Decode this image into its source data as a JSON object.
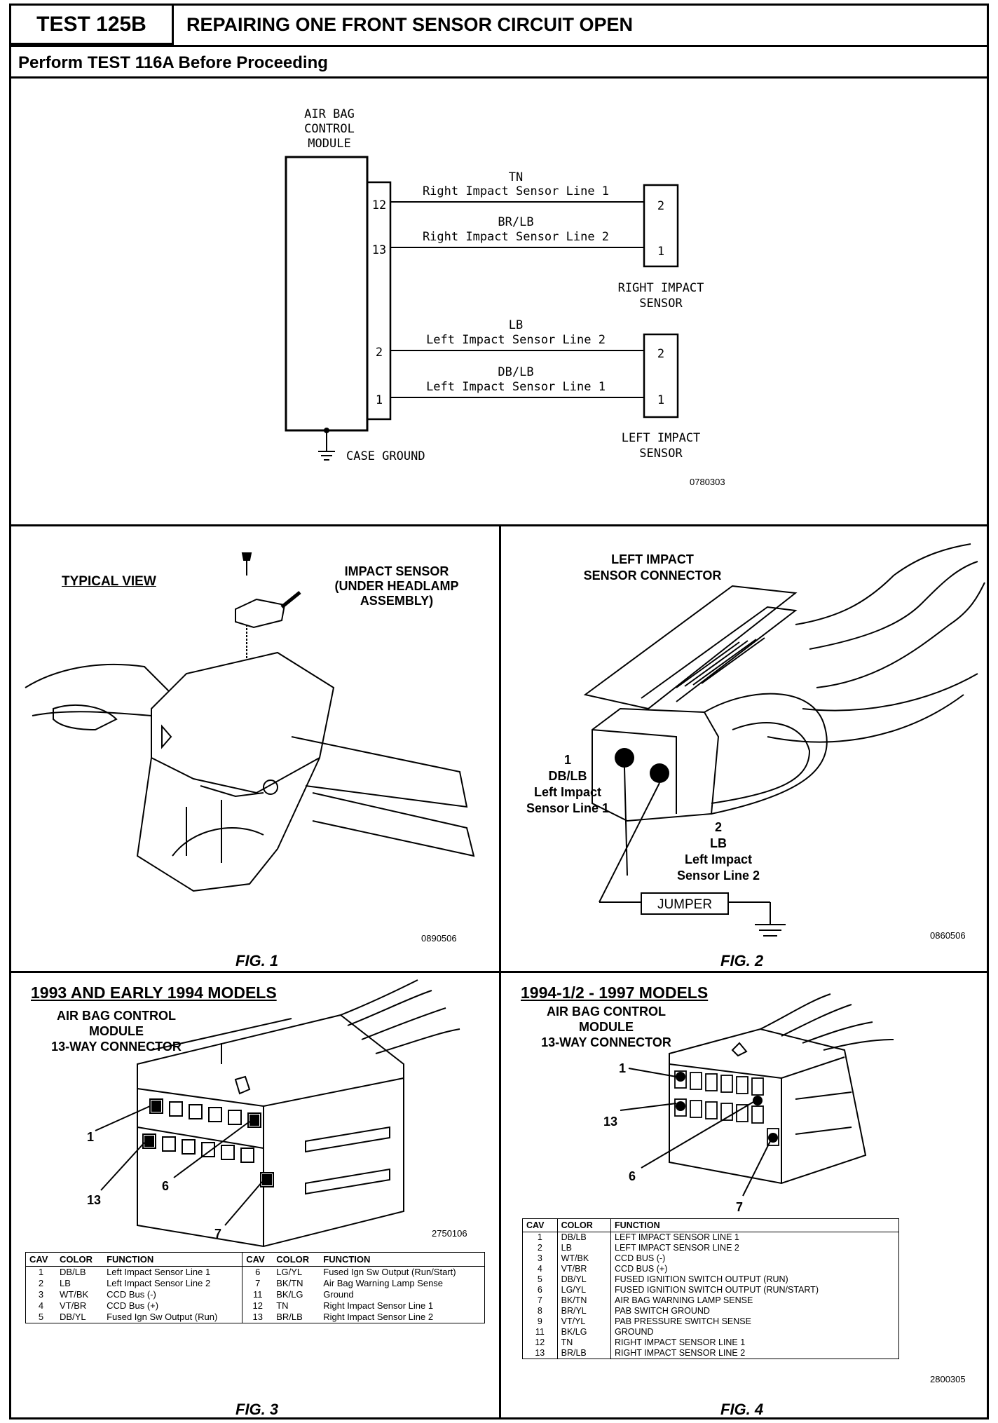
{
  "header": {
    "test_id": "TEST 125B",
    "title": "REPAIRING ONE FRONT SENSOR CIRCUIT OPEN",
    "subtitle": "Perform TEST 116A Before Proceeding"
  },
  "schematic": {
    "module_label": [
      "AIR BAG",
      "CONTROL",
      "MODULE"
    ],
    "pins": [
      "12",
      "13",
      "2",
      "1"
    ],
    "wires": [
      {
        "color": "TN",
        "name": "Right Impact Sensor Line 1"
      },
      {
        "color": "BR/LB",
        "name": "Right Impact Sensor Line 2"
      },
      {
        "color": "LB",
        "name": "Left Impact Sensor Line 2"
      },
      {
        "color": "DB/LB",
        "name": "Left Impact Sensor Line 1"
      }
    ],
    "right_sensor": {
      "pins": [
        "2",
        "1"
      ],
      "label": [
        "RIGHT IMPACT",
        "SENSOR"
      ]
    },
    "left_sensor": {
      "pins": [
        "2",
        "1"
      ],
      "label": [
        "LEFT IMPACT",
        "SENSOR"
      ]
    },
    "ground_label": "CASE GROUND",
    "code": "0780303"
  },
  "fig1": {
    "typical_view": "TYPICAL VIEW",
    "callout": [
      "IMPACT SENSOR",
      "(UNDER HEADLAMP",
      "ASSEMBLY)"
    ],
    "code": "0890506",
    "caption": "FIG. 1"
  },
  "fig2": {
    "title": [
      "LEFT IMPACT",
      "SENSOR CONNECTOR"
    ],
    "pin1": [
      "1",
      "DB/LB",
      "Left Impact",
      "Sensor Line 1"
    ],
    "pin2": [
      "2",
      "LB",
      "Left Impact",
      "Sensor Line 2"
    ],
    "jumper": "JUMPER",
    "code": "0860506",
    "caption": "FIG. 2"
  },
  "fig3": {
    "heading": "1993 AND EARLY 1994 MODELS",
    "title": [
      "AIR BAG CONTROL",
      "MODULE",
      "13-WAY CONNECTOR"
    ],
    "callouts": [
      "1",
      "13",
      "6",
      "7"
    ],
    "code": "2750106",
    "table_headers": [
      "CAV",
      "COLOR",
      "FUNCTION",
      "CAV",
      "COLOR",
      "FUNCTION"
    ],
    "rows": [
      [
        "1",
        "DB/LB",
        "Left Impact Sensor Line 1",
        "6",
        "LG/YL",
        "Fused Ign Sw Output (Run/Start)"
      ],
      [
        "2",
        "LB",
        "Left Impact Sensor Line 2",
        "7",
        "BK/TN",
        "Air Bag Warning Lamp Sense"
      ],
      [
        "3",
        "WT/BK",
        "CCD Bus (-)",
        "11",
        "BK/LG",
        "Ground"
      ],
      [
        "4",
        "VT/BR",
        "CCD Bus (+)",
        "12",
        "TN",
        "Right Impact Sensor Line 1"
      ],
      [
        "5",
        "DB/YL",
        "Fused Ign Sw Output (Run)",
        "13",
        "BR/LB",
        "Right Impact Sensor Line 2"
      ]
    ],
    "caption": "FIG. 3"
  },
  "fig4": {
    "heading": "1994-1/2 - 1997 MODELS",
    "title": [
      "AIR BAG CONTROL",
      "MODULE",
      "13-WAY CONNECTOR"
    ],
    "callouts": [
      "1",
      "13",
      "6",
      "7"
    ],
    "table_headers": [
      "CAV",
      "COLOR",
      "FUNCTION"
    ],
    "rows": [
      [
        "1",
        "DB/LB",
        "LEFT IMPACT SENSOR LINE 1"
      ],
      [
        "2",
        "LB",
        "LEFT IMPACT SENSOR LINE 2"
      ],
      [
        "3",
        "WT/BK",
        "CCD BUS (-)"
      ],
      [
        "4",
        "VT/BR",
        "CCD BUS (+)"
      ],
      [
        "5",
        "DB/YL",
        "FUSED IGNITION SWITCH OUTPUT (RUN)"
      ],
      [
        "6",
        "LG/YL",
        "FUSED IGNITION SWITCH OUTPUT (RUN/START)"
      ],
      [
        "7",
        "BK/TN",
        "AIR BAG WARNING LAMP SENSE"
      ],
      [
        "8",
        "BR/YL",
        "PAB SWITCH GROUND"
      ],
      [
        "9",
        "VT/YL",
        "PAB PRESSURE SWITCH SENSE"
      ],
      [
        "11",
        "BK/LG",
        "GROUND"
      ],
      [
        "12",
        "TN",
        "RIGHT IMPACT SENSOR LINE 1"
      ],
      [
        "13",
        "BR/LB",
        "RIGHT IMPACT SENSOR LINE 2"
      ]
    ],
    "code": "2800305",
    "caption": "FIG. 4"
  }
}
